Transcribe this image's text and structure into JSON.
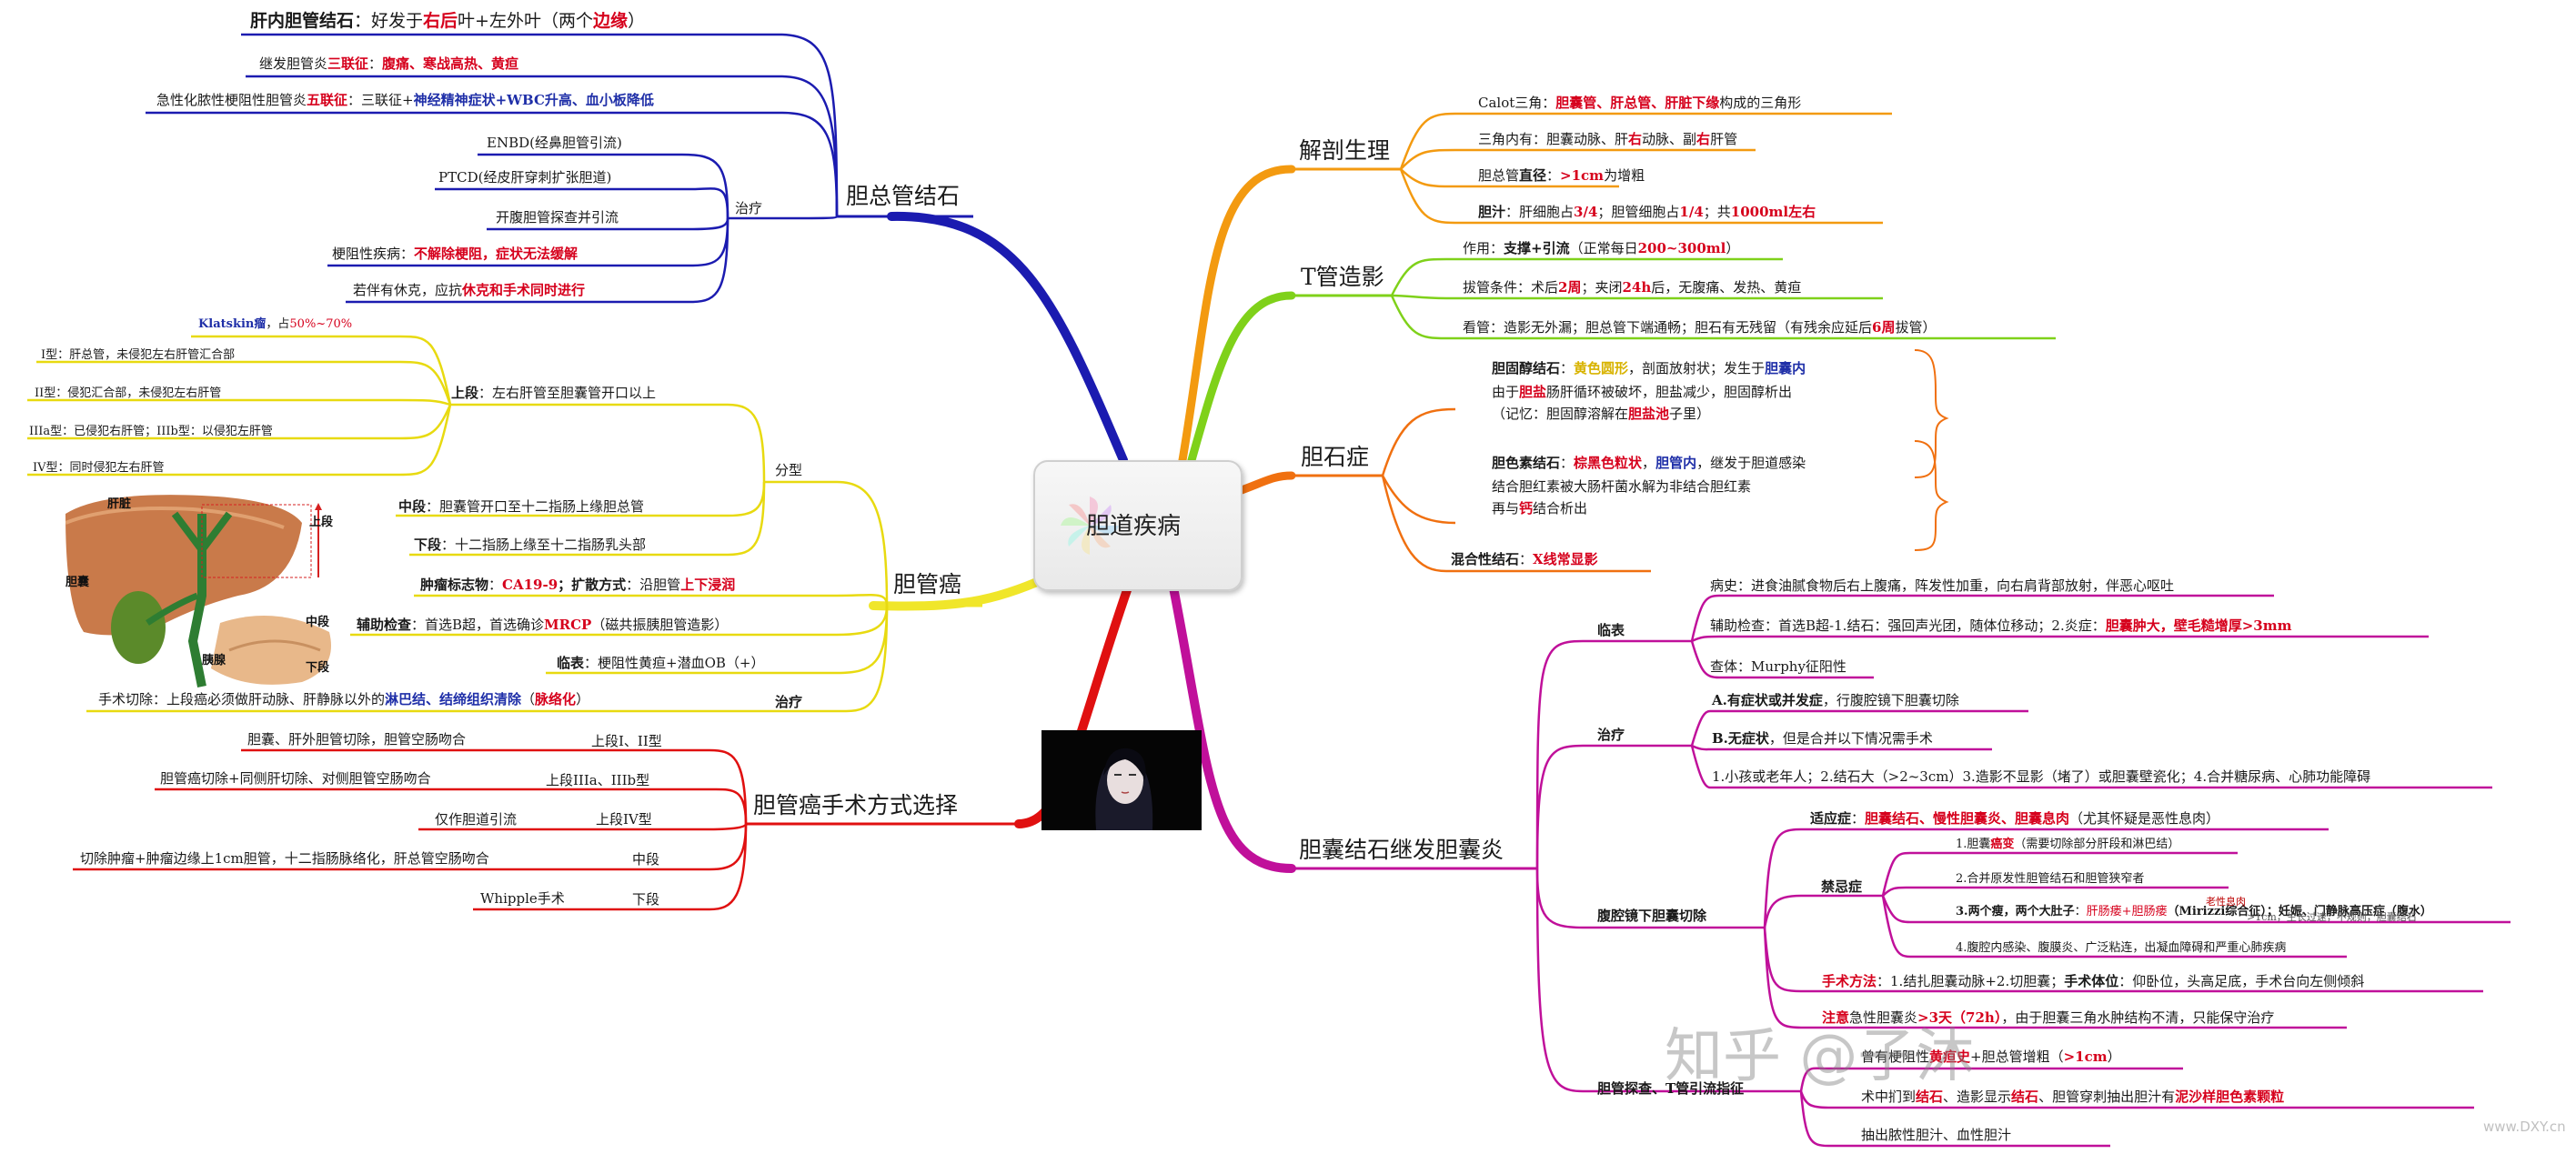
{
  "center": {
    "title": "胆道疾病"
  },
  "branches": [
    {
      "id": "b1",
      "label": "胆总管结石",
      "color": "#1b1bb0"
    },
    {
      "id": "b2",
      "label": "胆管癌",
      "color": "#f0e62a"
    },
    {
      "id": "b3",
      "label": "胆管癌手术方式选择",
      "color": "#e01010"
    },
    {
      "id": "b4",
      "label": "解剖生理",
      "color": "#f39a10"
    },
    {
      "id": "b5",
      "label": "T管造影",
      "color": "#7fd11a"
    },
    {
      "id": "b6",
      "label": "胆石症",
      "color": "#f07010"
    },
    {
      "id": "b7",
      "label": "胆囊结石继发胆囊炎",
      "color": "#c0109a"
    }
  ],
  "cbd": {
    "intra_title": "肝内胆管结石",
    "intra_text": "：好发于",
    "intra_r1": "右后",
    "intra_t2": "叶+左外叶（两个",
    "intra_r2": "边缘",
    "intra_t3": "）",
    "triad_pre": "继发胆管炎",
    "triad_r": "三联征",
    "triad_mid": "：",
    "triad_items": "腹痛、寒战高热、黄疸",
    "pentad_pre": "急性化脓性梗阻性胆管炎",
    "pentad_r": "五联征",
    "pentad_mid": "：三联征+",
    "pentad_items": "神经精神症状+WBC升高、血小板降低",
    "treat_label": "治疗",
    "t1": "ENBD(经鼻胆管引流)",
    "t2": "PTCD(经皮肝穿刺扩张胆道)",
    "t3": "开腹胆管探查并引流",
    "t4_pre": "梗阻性疾病：",
    "t4_r": "不解除梗阻，症状无法缓解",
    "t5_pre": "若伴有休克，应抗",
    "t5_r": "休克和手术同时进行"
  },
  "ca": {
    "klatskin_b": "Klatskin瘤",
    "klatskin_t": "，占",
    "klatskin_r": "50%~70%",
    "upper": "上段：左右肝管至胆囊管开口以上",
    "type1": "I型：肝总管，未侵犯左右肝管汇合部",
    "type2": "II型：侵犯汇合部，未侵犯左右肝管",
    "type3": "IIIa型：已侵犯右肝管；IIIb型：以侵犯左肝管",
    "type4": "IV型：同时侵犯左右肝管",
    "classify": "分型",
    "middle_b": "中段",
    "middle_t": "：胆囊管开口至十二指肠上缘胆总管",
    "lower_b": "下段",
    "lower_t": "：十二指肠上缘至十二指肠乳头部",
    "marker_b": "肿瘤标志物",
    "marker_t": "：",
    "marker_r": "CA19-9",
    "spread_b": "；扩散方式",
    "spread_t": "：沿胆管",
    "spread_r": "上下浸润",
    "aux_b": "辅助检查",
    "aux_t": "：首选B超，首选确诊",
    "aux_r": "MRCP",
    "aux_t2": "（磁共振胰胆管造影）",
    "clin_b": "临表",
    "clin_t": "：梗阻性黄疸+潜血OB（+）",
    "surg_pre": "手术切除：上段癌必须做肝动脉、肝静脉以外的",
    "surg_bl": "淋巴结、结缔组织清除",
    "surg_t": "（",
    "surg_r": "脉络化",
    "surg_t2": "）",
    "treat": "治疗",
    "img_liver": "肝脏",
    "img_gb": "胆囊",
    "img_pancreas": "胰腺",
    "img_upper": "上段",
    "img_middle": "中段",
    "img_lower": "下段"
  },
  "surgery": {
    "s1": "胆囊、肝外胆管切除，胆管空肠吻合",
    "s1_lbl": "上段I、II型",
    "s2": "胆管癌切除+同侧肝切除、对侧胆管空肠吻合",
    "s2_lbl": "上段IIIa、IIIb型",
    "s3": "仅作胆道引流",
    "s3_lbl": "上段IV型",
    "s4": "切除肿瘤+肿瘤边缘上1cm胆管，十二指肠脉络化，肝总管空肠吻合",
    "s4_lbl": "中段",
    "s5": "Whipple手术",
    "s5_lbl": "下段"
  },
  "anatomy": {
    "a1_pre": "Calot三角：",
    "a1_r": "胆囊管、肝总管、肝脏下缘",
    "a1_post": "构成的三角形",
    "a2_pre": "三角内有：胆囊动脉、肝",
    "a2_r": "右",
    "a2_mid": "动脉、副",
    "a2_r2": "右",
    "a2_post": "肝管",
    "a3_pre": "胆总管",
    "a3_b": "直径",
    "a3_t": "：",
    "a3_r": ">1cm",
    "a3_post": "为增粗",
    "a4_b": "胆汁",
    "a4_t": "：肝细胞占",
    "a4_r1": "3/4",
    "a4_t2": "；胆管细胞占",
    "a4_r2": "1/4",
    "a4_t3": "；共",
    "a4_r3": "1000ml左右"
  },
  "tube": {
    "f_pre": "作用：",
    "f_b": "支撑+引流",
    "f_t": "（正常每日",
    "f_r": "200~300ml",
    "f_t2": "）",
    "r_pre": "拔管条件：术后",
    "r_r1": "2周",
    "r_t": "；夹闭",
    "r_r2": "24h",
    "r_t2": "后，无腹痛、发热、黄疸",
    "v_pre": "看管：造影无外漏；胆总管下端通畅；胆石有无残留（有残余应延后",
    "v_r": "6周",
    "v_post": "拔管）"
  },
  "stones": {
    "c_b": "胆固醇结石",
    "c_t": "：",
    "c_y": "黄色圆形",
    "c_t2": "，剖面放射状；发生于",
    "c_bl": "胆囊内",
    "c_l2_pre": "由于",
    "c_l2_r": "胆盐",
    "c_l2_post": "肠肝循环被破坏，胆盐减少，胆固醇析出",
    "c_l3_pre": "（记忆：胆固醇溶解在",
    "c_l3_r": "胆盐池",
    "c_l3_post": "子里）",
    "p_b": "胆色素结石",
    "p_t": "：",
    "p_r": "棕黑色粒状",
    "p_t2": "，",
    "p_bl": "胆管内",
    "p_t3": "，继发于胆道感染",
    "p_l2": "结合胆红素被大肠杆菌水解为非结合胆红素",
    "p_l3_pre": "再与",
    "p_l3_r": "钙",
    "p_l3_post": "结合析出",
    "m_b": "混合性结石",
    "m_t": "：",
    "m_r": "X线常显影"
  },
  "gb": {
    "clin": "临表",
    "h_pre": "病史：进食油腻食物后右上腹痛，阵发性加重，向右肩背部放射，伴恶心呕吐",
    "aux_pre": "辅助检查：首选B超-1.结石：强回声光团，随体位移动；2.炎症：",
    "aux_r": "胆囊肿大，壁毛糙增厚>3mm",
    "exam": "查体：Murphy征阳性",
    "treat": "治疗",
    "ta_b": "A.有症状或并发症",
    "ta_t": "，行腹腔镜下胆囊切除",
    "tb_b": "B.无症状",
    "tb_t": "，但是合并以下情况需手术",
    "tc": "1.小孩或老年人；2.结石大（>2~3cm）3.造影不显影（堵了）或胆囊壁瓷化；4.合并糖尿病、心肺功能障碍",
    "lap": "腹腔镜下胆囊切除",
    "ind_b": "适应症",
    "ind_t": "：",
    "ind_r": "胆囊结石、慢性胆囊炎、胆囊息肉",
    "ind_post": "（尤其怀疑是恶性息肉）",
    "contra": "禁忌症",
    "c1_pre": "1.胆囊",
    "c1_r": "癌变",
    "c1_post": "（需要切除部分肝段和淋巴结）",
    "c2": "2.合并原发性胆管结石和胆管狭窄者",
    "c3_b": "3.两个瘦，两个大肚子",
    "c3_t": "：",
    "c3_r": "肝肠瘘+胆肠瘘",
    "c3_t2": "（Mirizzi综合征）；妊娠、门静脉高压症（腹水）",
    "c3_ov1": "老性息肉",
    "c3_ov2": ">1cm，生长过速，不规则，胆囊结石",
    "c4": "4.腹腔内感染、腹膜炎、广泛粘连，出凝血障碍和严重心肺疾病",
    "m_b": "手术方法",
    "m_t": "：1.结扎胆囊动脉+2.切胆囊；",
    "m_b2": "手术体位",
    "m_t2": "：仰卧位，头高足底，手术台向左侧倾斜",
    "note_b": "注意",
    "note_t": "急性胆囊炎",
    "note_r": ">3天（72h）",
    "note_t2": "，由于胆囊三角水肿结构不清，只能保守治疗",
    "explore": "胆管探查、T管引流指征",
    "e1_pre": "曾有梗阻性",
    "e1_r": "黄疸史",
    "e1_mid": "+胆总管增粗（",
    "e1_r2": ">1cm",
    "e1_post": "）",
    "e2_pre": "术中扪到",
    "e2_r1": "结石",
    "e2_t": "、造影显示",
    "e2_r2": "结石",
    "e2_t2": "、胆管穿刺抽出胆汁有",
    "e2_r3": "泥沙样胆色素颗粒",
    "e3": "抽出脓性胆汁、血性胆汁"
  },
  "watermark": {
    "main": "知乎 @子沐",
    "sub": "www.DXY.cn"
  }
}
